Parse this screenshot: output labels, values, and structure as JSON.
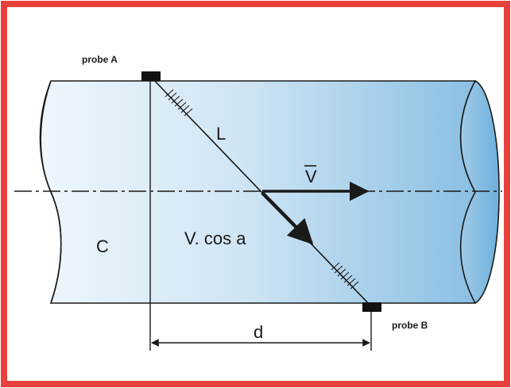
{
  "labels": {
    "probe_a": "probe A",
    "probe_b": "probe B",
    "path_length": "L",
    "velocity_vector": "V",
    "sound_speed": "C",
    "velocity_component": "V. cos a",
    "probe_spacing": "d"
  },
  "colors": {
    "frame": "#e8403a",
    "pipe_fill_light": "#eaf4fb",
    "pipe_fill_dark": "#8fc3e4",
    "line": "#1a1a1a",
    "probe": "#111111"
  }
}
